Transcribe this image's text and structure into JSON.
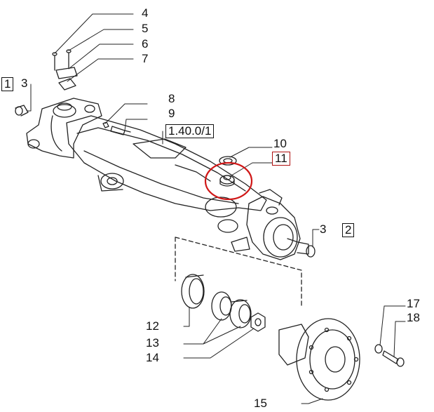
{
  "diagram": {
    "callouts": [
      {
        "id": "c4",
        "text": "4",
        "boxed": false
      },
      {
        "id": "c5",
        "text": "5",
        "boxed": false
      },
      {
        "id": "c6",
        "text": "6",
        "boxed": false
      },
      {
        "id": "c7",
        "text": "7",
        "boxed": false
      },
      {
        "id": "c1",
        "text": "1",
        "boxed": true
      },
      {
        "id": "c3a",
        "text": "3",
        "boxed": false
      },
      {
        "id": "c8",
        "text": "8",
        "boxed": false
      },
      {
        "id": "c9",
        "text": "9",
        "boxed": false
      },
      {
        "id": "cref",
        "text": "1.40.0/1",
        "boxed": true
      },
      {
        "id": "c10",
        "text": "10",
        "boxed": false
      },
      {
        "id": "c11",
        "text": "11",
        "boxed": true
      },
      {
        "id": "c3b",
        "text": "3",
        "boxed": false
      },
      {
        "id": "c2",
        "text": "2",
        "boxed": true
      },
      {
        "id": "c12",
        "text": "12",
        "boxed": false
      },
      {
        "id": "c13",
        "text": "13",
        "boxed": false
      },
      {
        "id": "c14",
        "text": "14",
        "boxed": false
      },
      {
        "id": "c15",
        "text": "15",
        "boxed": false
      },
      {
        "id": "c17",
        "text": "17",
        "boxed": false
      },
      {
        "id": "c18",
        "text": "18",
        "boxed": false
      }
    ],
    "highlight_color": "#d01818",
    "line_color": "#222222"
  }
}
